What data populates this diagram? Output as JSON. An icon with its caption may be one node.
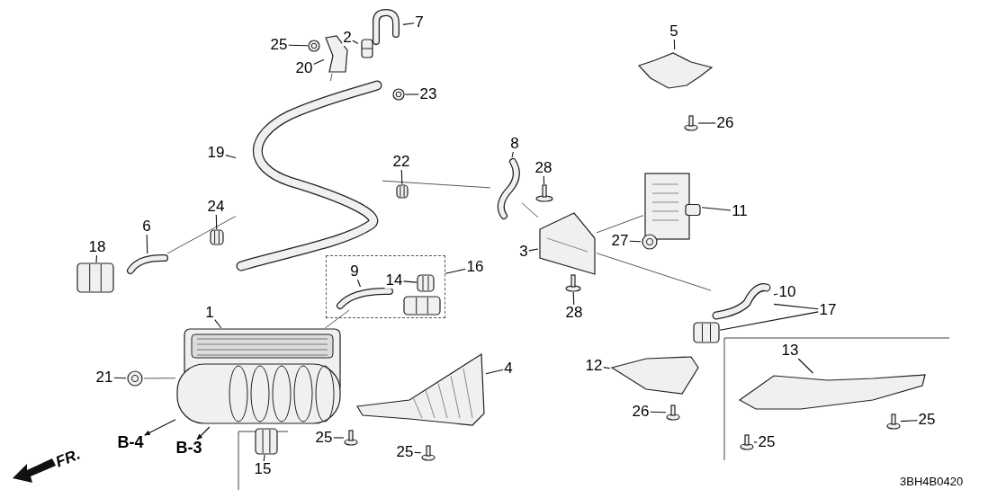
{
  "diagram": {
    "nodes": [
      {
        "text": [
          "7"
        ]
      },
      {
        "text": [],
        "shape": "picture"
      },
      {
        "text": [
          "2"
        ]
      },
      {
        "text": [],
        "shape": "picture"
      },
      {
        "text": [
          "25"
        ]
      },
      {
        "text": [],
        "shape": "picture"
      },
      {
        "text": [
          "20"
        ]
      },
      {
        "text": [],
        "shape": "picture"
      },
      {
        "text": [
          "23"
        ]
      },
      {
        "text": [],
        "shape": "picture"
      },
      {
        "text": [
          "19"
        ]
      },
      {
        "text": [],
        "shape": "picture"
      },
      {
        "text": [
          "22"
        ]
      },
      {
        "text": [],
        "shape": "picture"
      },
      {
        "text": [
          "24"
        ]
      },
      {
        "text": [],
        "shape": "picture"
      },
      {
        "text": [
          "6"
        ]
      },
      {
        "text": [],
        "shape": "picture"
      },
      {
        "text": [
          "18"
        ]
      },
      {
        "text": [],
        "shape": "picture"
      },
      {
        "text": [
          "5"
        ]
      },
      {
        "text": [],
        "shape": "picture"
      },
      {
        "text": [
          "26"
        ]
      },
      {
        "text": [],
        "shape": "picture"
      },
      {
        "text": [
          "8"
        ]
      },
      {
        "text": [],
        "shape": "picture"
      },
      {
        "text": [
          "28"
        ]
      },
      {
        "text": [],
        "shape": "picture"
      },
      {
        "text": [
          "11"
        ]
      },
      {
        "text": [],
        "shape": "picture"
      },
      {
        "text": [
          "3"
        ]
      },
      {
        "text": [],
        "shape": "picture"
      },
      {
        "text": [
          "27"
        ]
      },
      {
        "text": [],
        "shape": "picture"
      },
      {
        "text": [
          "28"
        ]
      },
      {
        "text": [],
        "shape": "picture"
      },
      {
        "text": [
          "16"
        ]
      },
      {
        "text": [],
        "shape": "box"
      },
      {
        "text": [
          "9"
        ],
        "in": 37
      },
      {
        "text": [],
        "shape": "picture",
        "in": 37
      },
      {
        "text": [
          "14"
        ],
        "in": 37
      },
      {
        "text": [],
        "shape": "picture",
        "in": 37
      },
      {
        "text": [],
        "shape": "picture",
        "in": 37
      },
      {
        "text": [
          "1"
        ]
      },
      {
        "text": [],
        "shape": "picture"
      },
      {
        "text": [
          "21"
        ]
      },
      {
        "text": [],
        "shape": "picture"
      },
      {
        "text": [
          "4"
        ]
      },
      {
        "text": [],
        "shape": "picture"
      },
      {
        "text": [
          "10"
        ]
      },
      {
        "text": [],
        "shape": "picture"
      },
      {
        "text": [
          "17"
        ]
      },
      {
        "text": [],
        "shape": "picture"
      },
      {
        "text": [
          "12"
        ]
      },
      {
        "text": [],
        "shape": "picture"
      },
      {
        "text": [
          "13"
        ]
      },
      {
        "text": [],
        "shape": "picture"
      },
      {
        "text": [
          "26"
        ]
      },
      {
        "text": [],
        "shape": "picture"
      },
      {
        "text": [
          "25"
        ]
      },
      {
        "text": [],
        "shape": "picture"
      },
      {
        "text": [
          "25"
        ]
      },
      {
        "text": [],
        "shape": "picture"
      },
      {
        "text": [
          "B-4"
        ]
      },
      {
        "text": [
          "B-3"
        ]
      },
      {
        "text": [
          "25"
        ]
      },
      {
        "text": [],
        "shape": "picture"
      },
      {
        "text": [
          "25"
        ]
      },
      {
        "text": [],
        "shape": "picture"
      },
      {
        "text": [
          "15"
        ]
      },
      {
        "text": [],
        "shape": "picture"
      }
    ],
    "edges": [
      {
        "from": 0,
        "to": 1,
        "arrow": "none"
      },
      {
        "from": 2,
        "to": 3,
        "arrow": "none"
      },
      {
        "from": 4,
        "to": 5,
        "arrow": "none"
      },
      {
        "from": 6,
        "to": 7,
        "arrow": "none"
      },
      {
        "from": 8,
        "to": 9,
        "arrow": "none"
      },
      {
        "from": 10,
        "to": 11,
        "arrow": "none"
      },
      {
        "from": 12,
        "to": 13,
        "arrow": "none"
      },
      {
        "from": 14,
        "to": 15,
        "arrow": "none"
      },
      {
        "from": 16,
        "to": 17,
        "arrow": "none"
      },
      {
        "from": 18,
        "to": 19,
        "arrow": "none"
      },
      {
        "from": 20,
        "to": 21,
        "arrow": "none"
      },
      {
        "from": 22,
        "to": 23,
        "arrow": "none"
      },
      {
        "from": 24,
        "to": 25,
        "arrow": "none"
      },
      {
        "from": 26,
        "to": 27,
        "arrow": "none"
      },
      {
        "from": 28,
        "to": 29,
        "arrow": "none"
      },
      {
        "from": 30,
        "to": 31,
        "arrow": "none"
      },
      {
        "from": 32,
        "to": 33,
        "arrow": "none"
      },
      {
        "from": 34,
        "to": 35,
        "arrow": "none"
      },
      {
        "from": 36,
        "to": 37,
        "arrow": "none"
      },
      {
        "from": 38,
        "to": 39,
        "arrow": "none"
      },
      {
        "from": 40,
        "to": 41,
        "arrow": "none"
      },
      {
        "from": 43,
        "to": 44,
        "arrow": "none"
      },
      {
        "from": 45,
        "to": 46,
        "arrow": "none"
      },
      {
        "from": 47,
        "to": 48,
        "arrow": "none"
      },
      {
        "from": 49,
        "to": 50,
        "arrow": "none"
      },
      {
        "from": 51,
        "to": 50,
        "arrow": "none"
      },
      {
        "from": 51,
        "to": 52,
        "arrow": "none"
      },
      {
        "from": 53,
        "to": 54,
        "arrow": "none"
      },
      {
        "from": 55,
        "to": 56,
        "arrow": "none"
      },
      {
        "from": 57,
        "to": 58,
        "arrow": "none"
      },
      {
        "from": 59,
        "to": 60,
        "arrow": "none"
      },
      {
        "from": 61,
        "to": 62,
        "arrow": "none"
      },
      {
        "from": 65,
        "to": 66,
        "arrow": "none"
      },
      {
        "from": 67,
        "to": 68,
        "arrow": "none"
      },
      {
        "from": 69,
        "to": 70,
        "arrow": "none"
      },
      {
        "from": 44,
        "to": 63,
        "arrow": "to"
      },
      {
        "from": 44,
        "to": 64,
        "arrow": "to"
      },
      {
        "from": 17,
        "to": 11,
        "arrow": "none"
      },
      {
        "from": 11,
        "to": 25,
        "arrow": "none"
      },
      {
        "from": 25,
        "to": 31,
        "arrow": "none"
      },
      {
        "from": 31,
        "to": 29,
        "arrow": "none"
      },
      {
        "from": 31,
        "to": 50,
        "arrow": "none"
      },
      {
        "from": 44,
        "to": 39,
        "arrow": "none"
      },
      {
        "from": 7,
        "to": 11,
        "arrow": "none"
      },
      {
        "from": 46,
        "to": 44,
        "arrow": "none"
      }
    ],
    "labels": [
      "FR.",
      "3BH4B0420"
    ]
  }
}
